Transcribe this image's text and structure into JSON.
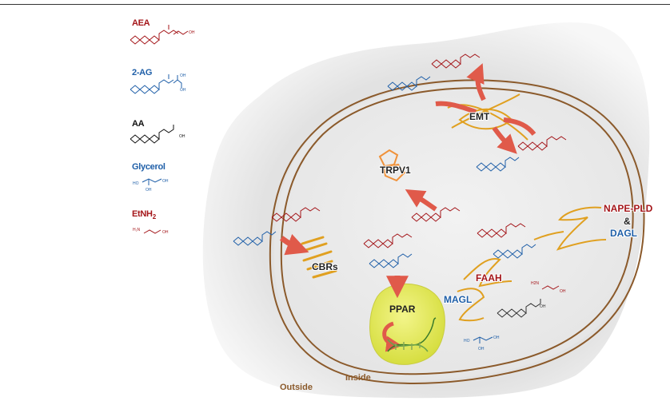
{
  "legend": [
    {
      "label": "AEA",
      "color": "#a4161a",
      "molecule": "AEA"
    },
    {
      "label": "2-AG",
      "color": "#1f5fa8",
      "molecule": "2AG"
    },
    {
      "label": "AA",
      "color": "#111111",
      "molecule": "AA"
    },
    {
      "label": "Glycerol",
      "color": "#1f5fa8",
      "molecule": "glycerol"
    },
    {
      "label": "EtNH",
      "sub": "2",
      "color": "#a4161a",
      "molecule": "etnh2"
    }
  ],
  "labels": {
    "emt": "EMT",
    "trpv1": "TRPV1",
    "cbrs": "CBRs",
    "ppar": "PPAR",
    "faah": "FAAH",
    "magl": "MAGL",
    "nape": "NAPE-PLD",
    "amp": "&",
    "dagl": "DAGL",
    "inside": "Inside",
    "outside": "Outside"
  },
  "molecule_labels": {
    "oh": "OH",
    "ho": "HO",
    "h2n": "H2N"
  },
  "colors": {
    "aea": "#a4161a",
    "twoag": "#1f5fa8",
    "membrane": "#8b5a2b",
    "arrow": "#e05a4a",
    "enzyme": "#e0a020",
    "nucleus": "#e6ec5a"
  }
}
